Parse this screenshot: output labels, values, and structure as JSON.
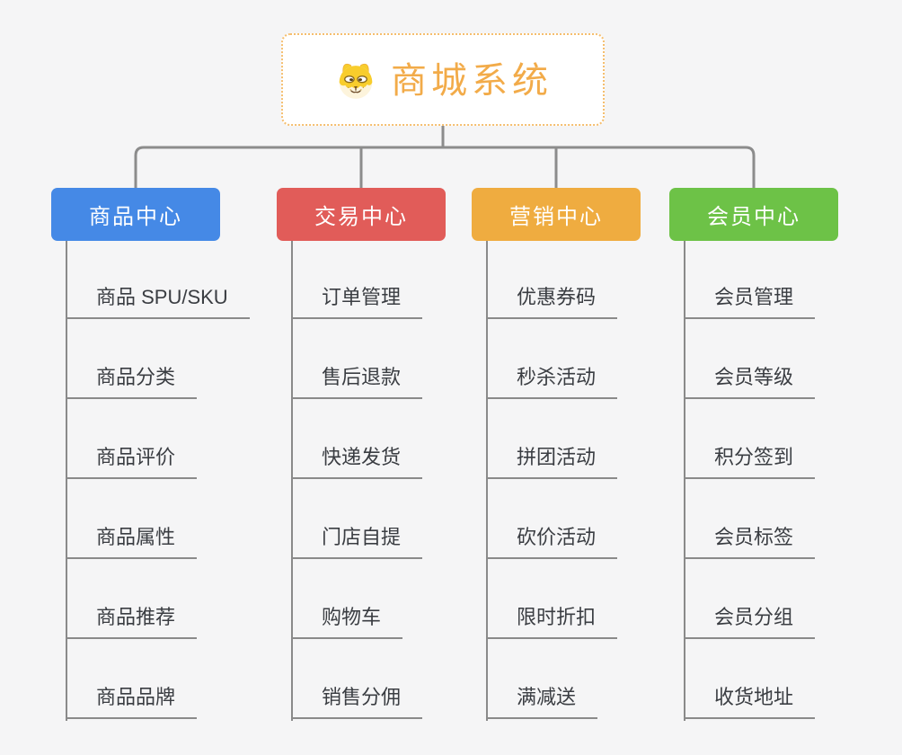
{
  "root": {
    "title": "商城系统",
    "title_color": "#F2AB49",
    "border_color": "#F5BE6E",
    "icon": "dog-face-icon"
  },
  "connector_color": "#8C8C8C",
  "leaf_line_color": "#8A8A8A",
  "branches": [
    {
      "label": "商品中心",
      "color": "#4589E6",
      "items": [
        "商品 SPU/SKU",
        "商品分类",
        "商品评价",
        "商品属性",
        "商品推荐",
        "商品品牌"
      ]
    },
    {
      "label": "交易中心",
      "color": "#E15C59",
      "items": [
        "订单管理",
        "售后退款",
        "快递发货",
        "门店自提",
        "购物车",
        "销售分佣"
      ]
    },
    {
      "label": "营销中心",
      "color": "#EFAC40",
      "items": [
        "优惠券码",
        "秒杀活动",
        "拼团活动",
        "砍价活动",
        "限时折扣",
        "满减送"
      ]
    },
    {
      "label": "会员中心",
      "color": "#6DC247",
      "items": [
        "会员管理",
        "会员等级",
        "积分签到",
        "会员标签",
        "会员分组",
        "收货地址"
      ]
    }
  ]
}
